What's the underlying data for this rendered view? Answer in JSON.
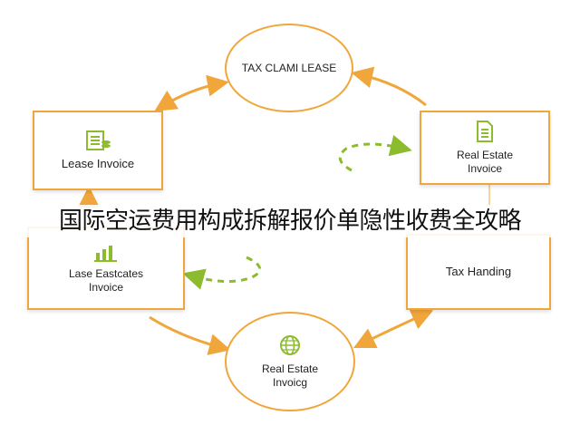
{
  "nodes": {
    "top_circle": "TAX CLAMI LEASE",
    "lease_invoice": "Lease Invoice",
    "real_estate_invoice_right": [
      "Real Estate",
      "Invoice"
    ],
    "lase_estcates_invoice": [
      "Lase Eastcates",
      "Invoice"
    ],
    "tax_handing": "Tax Handing",
    "bottom_circle": [
      "Real Estate",
      "Invoicg"
    ]
  },
  "overlay_title": "国际空运费用构成拆解报价单隐性收费全攻略",
  "colors": {
    "orange": "#f0a63a",
    "green": "#8cbb2e"
  },
  "icons": {
    "lease_invoice": "invoice-stack-icon",
    "real_estate_invoice_right": "document-icon",
    "lase_estcates_invoice": "bar-chart-icon",
    "bottom_circle": "globe-icon"
  }
}
